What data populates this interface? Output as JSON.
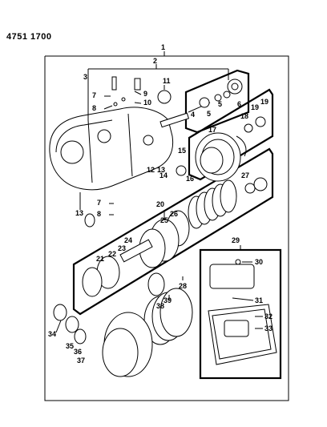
{
  "reference_code": "4751 1700",
  "callouts": [
    "1",
    "2",
    "3",
    "4",
    "5",
    "5",
    "6",
    "7",
    "7",
    "8",
    "8",
    "9",
    "10",
    "11",
    "12",
    "13",
    "13",
    "14",
    "15",
    "16",
    "17",
    "18",
    "19",
    "19",
    "20",
    "21",
    "22",
    "23",
    "24",
    "25",
    "26",
    "27",
    "28",
    "29",
    "30",
    "31",
    "32",
    "33",
    "34",
    "35",
    "36",
    "37",
    "38",
    "39"
  ]
}
